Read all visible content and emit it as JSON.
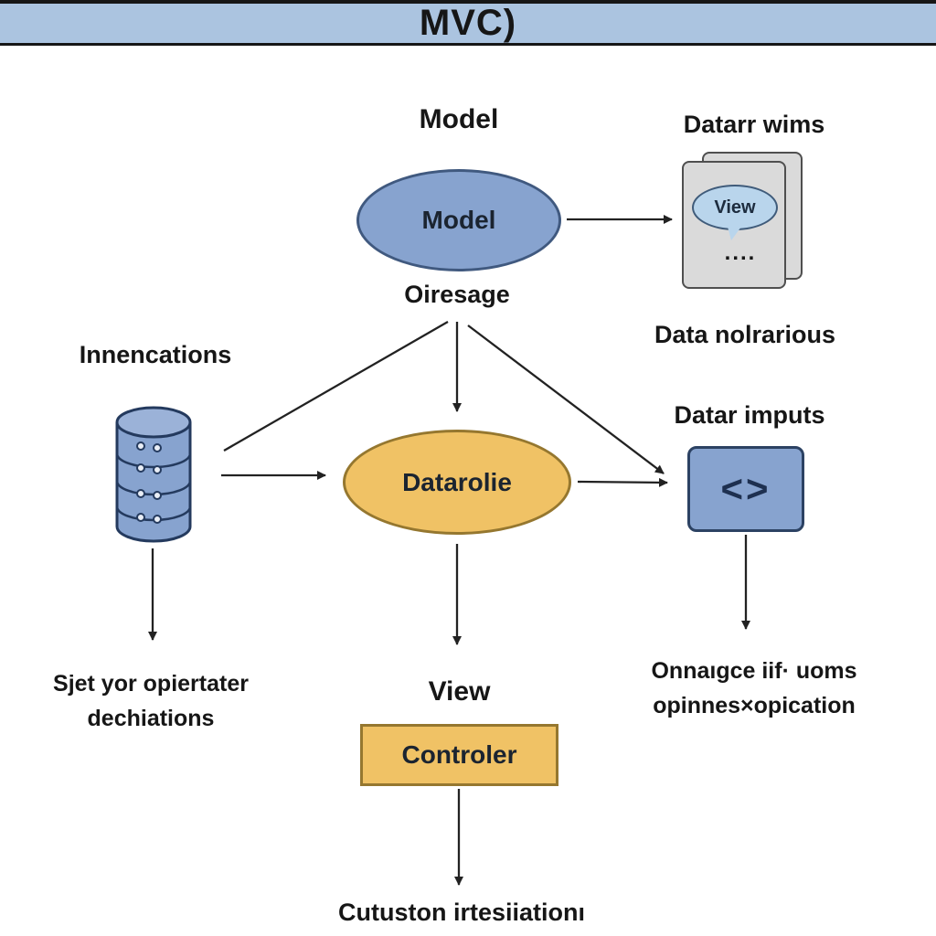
{
  "title": "MVC)",
  "model": {
    "heading": "Model",
    "ellipse": "Model",
    "caption": "Oiresage"
  },
  "views": {
    "label": "Datarr wims",
    "bubble": "View",
    "dots": "....",
    "caption": "Data nolrarious"
  },
  "database": {
    "label": "Innencations",
    "caption1": "Sjet yor opiertater",
    "caption2": "dechiations"
  },
  "inputs": {
    "label": "Datar imputs",
    "glyph": "<>",
    "caption1": "Onnaıgce iif· uoms",
    "caption2": "opinnes×opication"
  },
  "center": {
    "ellipse": "Datarolie",
    "heading": "View",
    "box": "Controler",
    "caption": "Cutuston irtesiiationı"
  },
  "colors": {
    "header_bg": "#abc4e0",
    "blue_fill": "#87a3cf",
    "blue_border": "#40597f",
    "orange_fill": "#f0c265",
    "orange_border": "#95772f",
    "card_bg": "#dadada",
    "bubble_bg": "#b9d5ec",
    "arrow": "#222222",
    "text": "#161616"
  }
}
